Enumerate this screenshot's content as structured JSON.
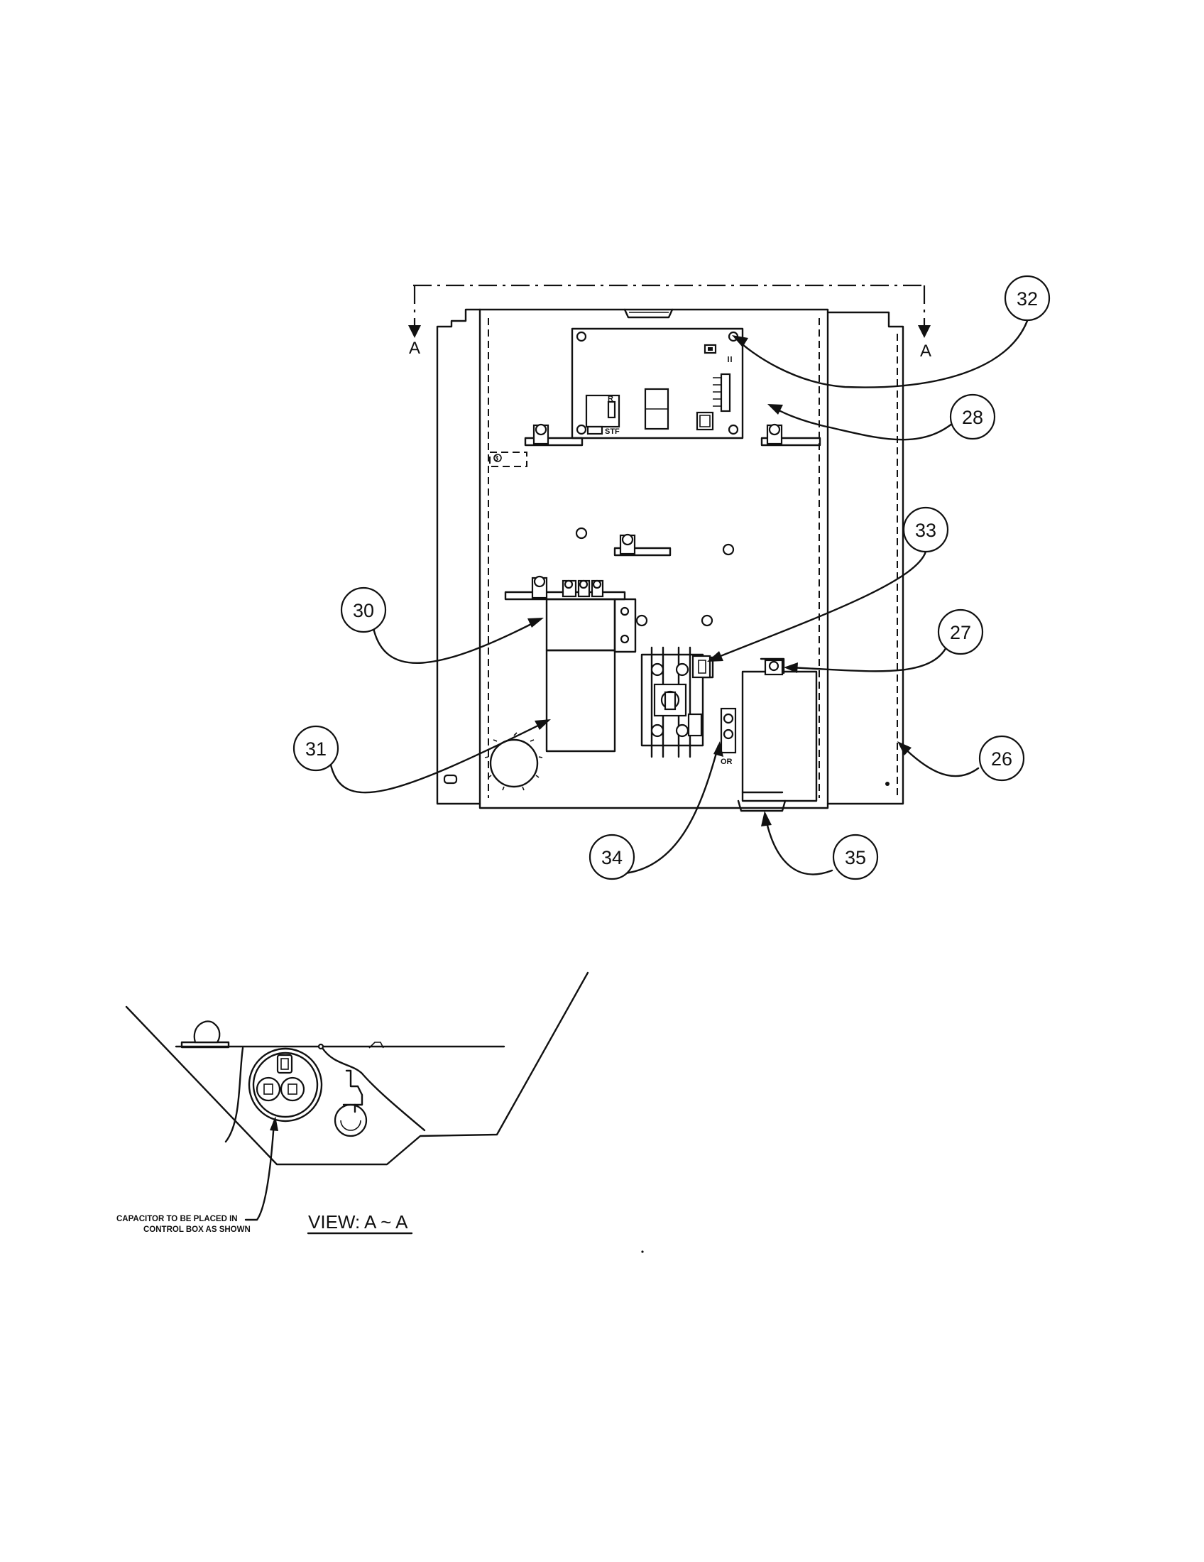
{
  "section_marks": {
    "left": "A",
    "right": "A"
  },
  "callouts": [
    {
      "id": "c32",
      "label": "32"
    },
    {
      "id": "c28",
      "label": "28"
    },
    {
      "id": "c33",
      "label": "33"
    },
    {
      "id": "c30",
      "label": "30"
    },
    {
      "id": "c27",
      "label": "27"
    },
    {
      "id": "c31",
      "label": "31"
    },
    {
      "id": "c26",
      "label": "26"
    },
    {
      "id": "c34",
      "label": "34"
    },
    {
      "id": "c35",
      "label": "35"
    }
  ],
  "terminal_label": "OR",
  "view_label": "VIEW: A ~ A",
  "note_lines": [
    "CAPACITOR TO BE PLACED IN",
    "CONTROL BOX AS SHOWN"
  ]
}
